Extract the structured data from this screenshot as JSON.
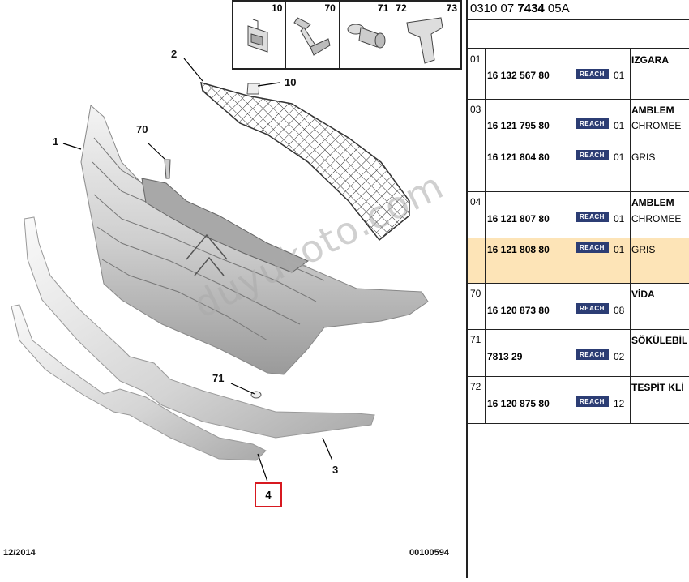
{
  "reference": {
    "prefix": "0310 07 ",
    "bold": "7434",
    "suffix": " 05A"
  },
  "clips": [
    {
      "num": "10",
      "icon": "retainer-clip-icon"
    },
    {
      "num": "70",
      "icon": "screw-icon"
    },
    {
      "num": "71",
      "icon": "push-rivet-icon"
    },
    {
      "num": "72",
      "icon": "fastener-clip-icon"
    },
    {
      "num": "73",
      "icon": ""
    }
  ],
  "callouts": {
    "c1": "1",
    "c2": "2",
    "c3": "3",
    "c4": "4",
    "c10": "10",
    "c70": "70",
    "c71": "71"
  },
  "footer": {
    "date": "12/2014",
    "code": "00100594"
  },
  "watermark": "duyukoto.com",
  "reach_label": "REACH",
  "highlight_color": "#fde4b7",
  "selected_callout_color": "#d71920",
  "parts": [
    {
      "index": "01",
      "title": "IZGARA",
      "items": [
        {
          "pn": "16 132 567 80",
          "qty": "01",
          "desc": ""
        }
      ]
    },
    {
      "index": "03",
      "title": "AMBLEM",
      "items": [
        {
          "pn": "16 121 795 80",
          "qty": "01",
          "desc": "CHROMEE"
        },
        {
          "pn": "16 121 804 80",
          "qty": "01",
          "desc": "GRIS"
        }
      ]
    },
    {
      "index": "04",
      "title": "AMBLEM",
      "items": [
        {
          "pn": "16 121 807 80",
          "qty": "01",
          "desc": "CHROMEE"
        },
        {
          "pn": "16 121 808 80",
          "qty": "01",
          "desc": "GRIS"
        }
      ]
    },
    {
      "index": "70",
      "title": "VİDA",
      "items": [
        {
          "pn": "16 120 873 80",
          "qty": "08",
          "desc": ""
        }
      ]
    },
    {
      "index": "71",
      "title": "SÖKÜLEBİL",
      "items": [
        {
          "pn": "7813 29",
          "qty": "02",
          "desc": ""
        }
      ]
    },
    {
      "index": "72",
      "title": "TESPİT KLİ",
      "items": [
        {
          "pn": "16 120 875 80",
          "qty": "12",
          "desc": ""
        }
      ]
    }
  ]
}
